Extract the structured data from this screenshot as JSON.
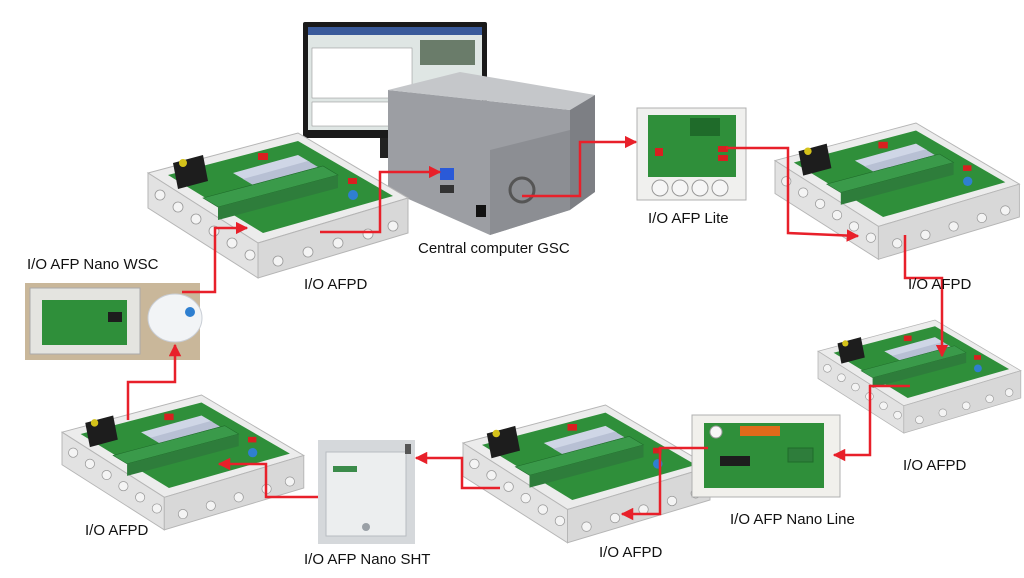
{
  "labels": {
    "central_computer": "Central computer GSC",
    "afp_lite": "I/O AFP Lite",
    "afpd_right_top": "I/O AFPD",
    "afpd_right_mid": "I/O AFPD",
    "afp_nano_line": "I/O AFP Nano Line",
    "afpd_bottom_mid": "I/O AFPD",
    "afp_nano_sht": "I/O AFP Nano SHT",
    "afpd_bottom_left": "I/O AFPD",
    "afp_nano_wsc": "I/O AFP Nano WSC",
    "afpd_top_left": "I/O AFPD"
  },
  "colors": {
    "connection": "#e8202a",
    "enclosure": "#ececec",
    "board": "#2f8f3a",
    "terminal": "#3a9a4a",
    "relay": "#cfd6e6",
    "computer_case": "#9c9ea3",
    "monitor": "#1a1a1a",
    "screen": "#dfe6e4"
  }
}
